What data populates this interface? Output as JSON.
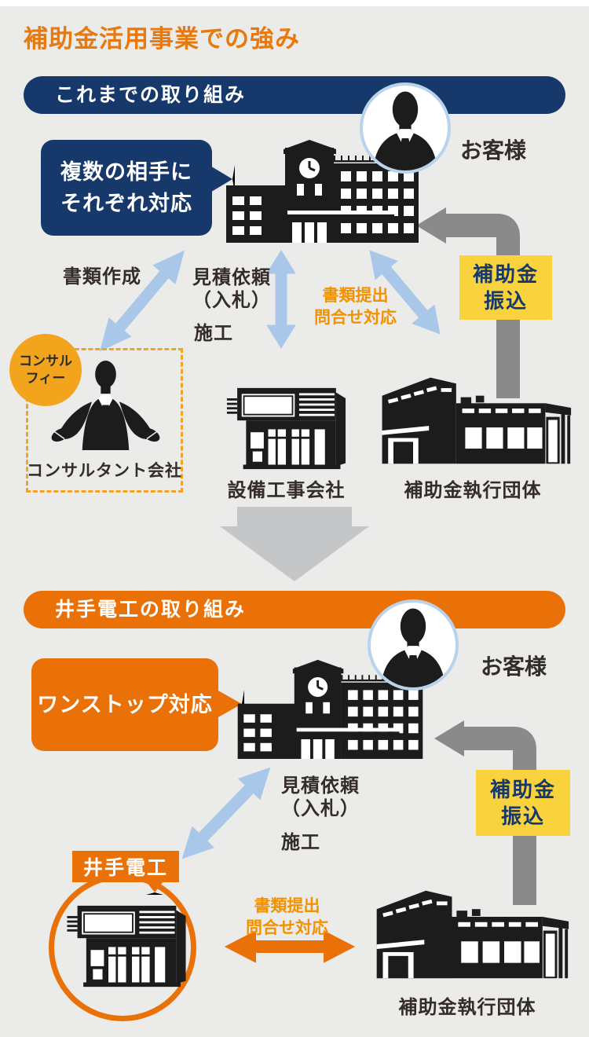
{
  "title": "補助金活用事業での強み",
  "s1": {
    "banner": "これまでの取り組み",
    "customer": "お客様",
    "bubble": [
      "複数の相手に",
      "それぞれ対応"
    ],
    "doc_create": "書類作成",
    "estimate": "見積依頼",
    "bid": "（入札）",
    "construction": "施工",
    "submit": [
      "書類提出",
      "問合せ対応"
    ],
    "subsidy": [
      "補助金",
      "振込"
    ],
    "consul_fee": [
      "コンサル",
      "フィー"
    ],
    "consultant": "コンサルタント会社",
    "equipment_co": "設備工事会社",
    "agency": "補助金執行団体"
  },
  "s2": {
    "banner": "井手電工の取り組み",
    "customer": "お客様",
    "bubble": "ワンストップ対応",
    "estimate": "見積依頼",
    "bid": "（入札）",
    "construction": "施工",
    "ide": "井手電工",
    "submit": [
      "書類提出",
      "問合せ対応"
    ],
    "subsidy": [
      "補助金",
      "振込"
    ],
    "agency": "補助金執行団体"
  },
  "colors": {
    "background": "#ebebe9",
    "title_orange": "#e8790e",
    "navy": "#17386b",
    "orange": "#e97107",
    "amber": "#f2a41d",
    "yellow": "#f8d33e",
    "light_blue_arrow": "#a9c7e8",
    "gray_arrow": "#8a8a8a",
    "big_gray_arrow": "#c5c6c8",
    "orange_text": "#f29200",
    "building_black": "#1c1c1c"
  }
}
